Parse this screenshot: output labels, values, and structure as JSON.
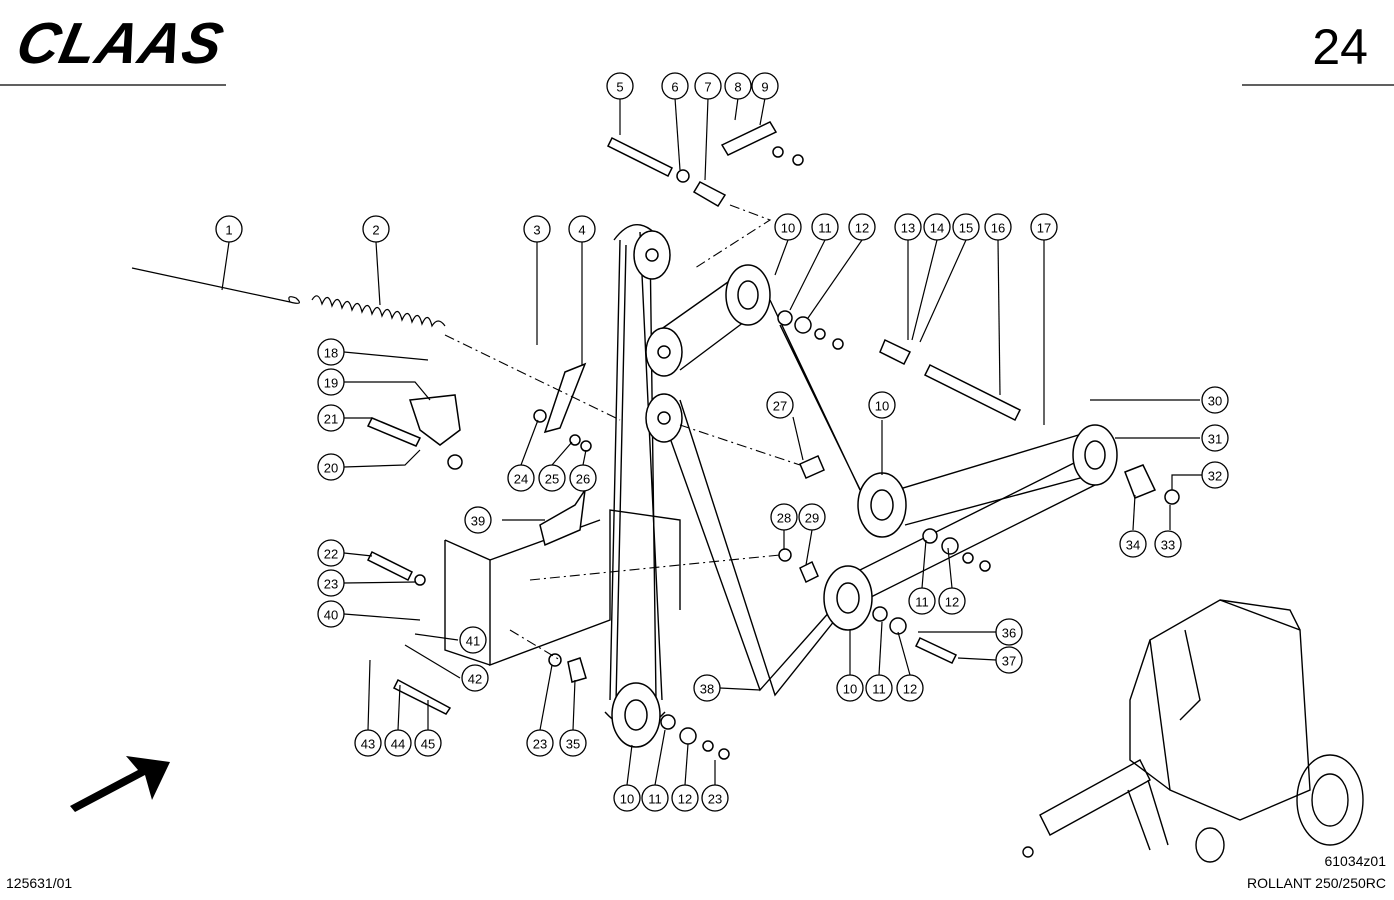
{
  "header": {
    "brand": "CLAAS",
    "page_number": "24"
  },
  "footer": {
    "document_id": "125631/01",
    "figure_id": "61034z01",
    "model": "ROLLANT 250/250RC"
  },
  "callouts": [
    {
      "n": "1"
    },
    {
      "n": "2"
    },
    {
      "n": "3"
    },
    {
      "n": "4"
    },
    {
      "n": "5"
    },
    {
      "n": "6"
    },
    {
      "n": "7"
    },
    {
      "n": "8"
    },
    {
      "n": "9"
    },
    {
      "n": "10"
    },
    {
      "n": "11"
    },
    {
      "n": "12"
    },
    {
      "n": "13"
    },
    {
      "n": "14"
    },
    {
      "n": "15"
    },
    {
      "n": "16"
    },
    {
      "n": "17"
    },
    {
      "n": "18"
    },
    {
      "n": "19"
    },
    {
      "n": "21"
    },
    {
      "n": "20"
    },
    {
      "n": "24"
    },
    {
      "n": "25"
    },
    {
      "n": "26"
    },
    {
      "n": "27"
    },
    {
      "n": "10"
    },
    {
      "n": "30"
    },
    {
      "n": "31"
    },
    {
      "n": "32"
    },
    {
      "n": "34"
    },
    {
      "n": "33"
    },
    {
      "n": "39"
    },
    {
      "n": "28"
    },
    {
      "n": "29"
    },
    {
      "n": "22"
    },
    {
      "n": "23"
    },
    {
      "n": "40"
    },
    {
      "n": "41"
    },
    {
      "n": "42"
    },
    {
      "n": "11"
    },
    {
      "n": "12"
    },
    {
      "n": "36"
    },
    {
      "n": "37"
    },
    {
      "n": "38"
    },
    {
      "n": "10"
    },
    {
      "n": "11"
    },
    {
      "n": "12"
    },
    {
      "n": "43"
    },
    {
      "n": "44"
    },
    {
      "n": "45"
    },
    {
      "n": "23"
    },
    {
      "n": "35"
    },
    {
      "n": "10"
    },
    {
      "n": "11"
    },
    {
      "n": "12"
    },
    {
      "n": "23"
    }
  ]
}
